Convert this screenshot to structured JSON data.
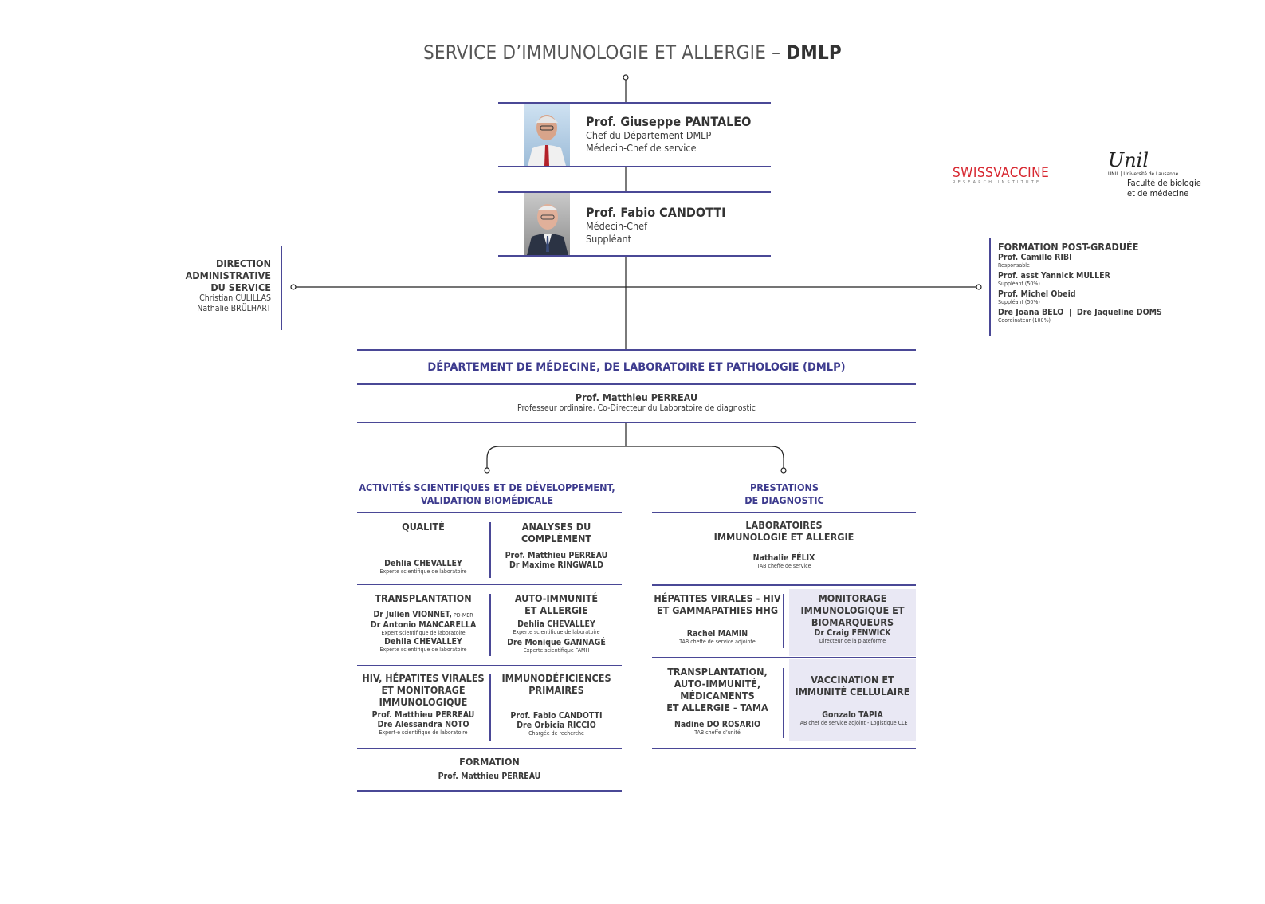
{
  "title": {
    "main": "SERVICE D’IMMUNOLOGIE ET ALLERGIE – ",
    "bold": "DMLP"
  },
  "head1": {
    "name": "Prof. Giuseppe PANTALEO",
    "role1": "Chef du Département DMLP",
    "role2": "Médecin-Chef de service"
  },
  "head2": {
    "name": "Prof. Fabio CANDOTTI",
    "role1": "Médecin-Chef",
    "role2": "Suppléant"
  },
  "logos": {
    "swissvaccine": "SWISSVACCINE",
    "swissvaccine_sub": "RESEARCH INSTITUTE",
    "unil_script": "Unil",
    "unil_line": "UNIL | Université de Lausanne",
    "unil_fac1": "Faculté de biologie",
    "unil_fac2": "et de médecine"
  },
  "direction": {
    "l1": "DIRECTION",
    "l2": "ADMINISTRATIVE",
    "l3": "DU SERVICE",
    "p1": "Christian CULILLAS",
    "p2": "Nathalie BRÜLHART"
  },
  "formation_pg": {
    "title": "FORMATION POST-GRADUÉE",
    "p1": "Prof. Camillo RIBI",
    "r1": "Responsable",
    "p2": "Prof. asst Yannick MULLER",
    "r2": "Suppléant (50%)",
    "p3": "Prof. Michel Obeid",
    "r3": "Suppléant (50%)",
    "p4": "Dre Joana BELO  |  Dre Jaqueline DOMS",
    "r4": "Coordinateur (100%)"
  },
  "dept": {
    "title": "DÉPARTEMENT DE MÉDECINE, DE LABORATOIRE ET PATHOLOGIE (DMLP)",
    "name": "Prof. Matthieu PERREAU",
    "role": "Professeur ordinaire, Co-Directeur du Laboratoire de diagnostic"
  },
  "left": {
    "title1": "ACTIVITÉS SCIENTIFIQUES ET DE DÉVELOPPEMENT,",
    "title2": "VALIDATION BIOMÉDICALE",
    "qualite": {
      "t": "QUALITÉ",
      "n": "Dehlia CHEVALLEY",
      "r": "Experte scientifique de laboratoire"
    },
    "complement": {
      "t1": "ANALYSES DU",
      "t2": "COMPLÉMENT",
      "n1": "Prof. Matthieu PERREAU",
      "n2": "Dr Maxime RINGWALD"
    },
    "transplant": {
      "t": "TRANSPLANTATION",
      "n1": "Dr Julien VIONNET,",
      "n1s": " PD-MER",
      "n2": "Dr Antonio MANCARELLA",
      "r2": "Expert scientifique de laboratoire",
      "n3": "Dehlia CHEVALLEY",
      "r3": "Experte scientifique de laboratoire"
    },
    "autoimm": {
      "t1": "AUTO-IMMUNITÉ",
      "t2": "ET ALLERGIE",
      "n1": "Dehlia CHEVALLEY",
      "r1": "Experte scientifique de laboratoire",
      "n2": "Dre Monique GANNAGÉ",
      "r2": "Experte scientifique FAMH"
    },
    "hiv": {
      "t1": "HIV, HÉPATITES VIRALES",
      "t2": "ET MONITORAGE",
      "t3": "IMMUNOLOGIQUE",
      "n1": "Prof. Matthieu PERREAU",
      "n2": "Dre Alessandra NOTO",
      "r2": "Expert·e scientifique de laboratoire"
    },
    "immunodef": {
      "t1": "IMMUNODÉFICIENCES",
      "t2": "PRIMAIRES",
      "n1": "Prof. Fabio CANDOTTI",
      "n2": "Dre Orbicia RICCIO",
      "r2": "Chargée de recherche"
    },
    "formation": {
      "t": "FORMATION",
      "n": "Prof. Matthieu PERREAU"
    }
  },
  "right": {
    "title1": "PRESTATIONS",
    "title2": "DE DIAGNOSTIC",
    "labo": {
      "t1": "LABORATOIRES",
      "t2": "IMMUNOLOGIE ET ALLERGIE",
      "n": "Nathalie FÉLIX",
      "r": "TAB cheffe de service"
    },
    "hep": {
      "t1": "HÉPATITES VIRALES - HIV",
      "t2": "ET GAMMAPATHIES HHG",
      "n": "Rachel MAMIN",
      "r": "TAB cheffe de service adjointe"
    },
    "monit": {
      "t1": "MONITORAGE",
      "t2": "IMMUNOLOGIQUE ET",
      "t3": "BIOMARQUEURS",
      "n": "Dr Craig FENWICK",
      "r": "Directeur de la plateforme"
    },
    "tama": {
      "t1": "TRANSPLANTATION,",
      "t2": "AUTO-IMMUNITÉ,",
      "t3": "MÉDICAMENTS",
      "t4": "ET ALLERGIE - TAMA",
      "n": "Nadine DO ROSARIO",
      "r": "TAB cheffe d’unité"
    },
    "vacc": {
      "t1": "VACCINATION ET",
      "t2": "IMMUNITÉ CELLULAIRE",
      "n": "Gonzalo TAPIA",
      "r": "TAB chef de service adjoint - Logistique CLE"
    }
  },
  "colors": {
    "navy": "#3d3b8e",
    "line": "#4a4896",
    "shade": "#e9e8f4",
    "red": "#d7262f"
  }
}
